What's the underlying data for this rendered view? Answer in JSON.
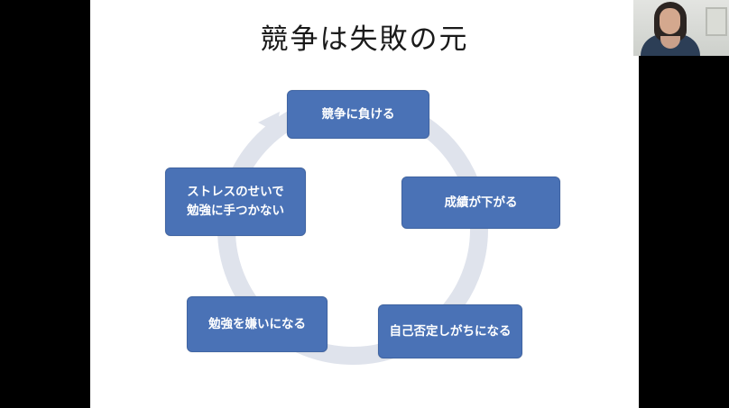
{
  "slide": {
    "title": "競争は失敗の元"
  },
  "diagram": {
    "type": "cycle",
    "nodes": [
      {
        "id": "n1",
        "lines": [
          "競争に負ける"
        ]
      },
      {
        "id": "n2",
        "lines": [
          "成績が下がる"
        ]
      },
      {
        "id": "n3",
        "lines": [
          "自己否定しがちになる"
        ]
      },
      {
        "id": "n4",
        "lines": [
          "勉強を嫌いになる"
        ]
      },
      {
        "id": "n5",
        "lines": [
          "ストレスのせいで",
          "勉強に手つかない"
        ]
      }
    ],
    "colors": {
      "node_fill": "#4a72b6",
      "node_text": "#ffffff",
      "ring": "#dfe3ec"
    }
  }
}
